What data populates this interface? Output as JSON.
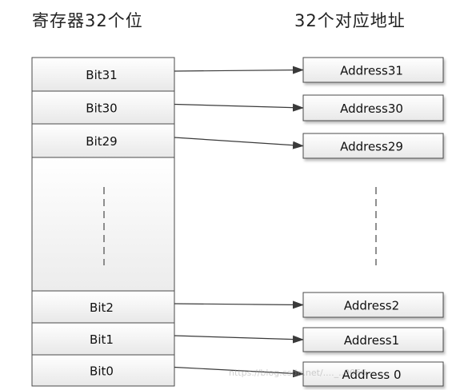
{
  "titles": {
    "left": "寄存器32个位",
    "right": "32个对应地址"
  },
  "bits": [
    {
      "bit": "Bit31",
      "address": "Address31"
    },
    {
      "bit": "Bit30",
      "address": "Address30"
    },
    {
      "bit": "Bit29",
      "address": "Address29"
    },
    {
      "bit": "Bit2",
      "address": "Address2"
    },
    {
      "bit": "Bit1",
      "address": "Address1"
    },
    {
      "bit": "Bit0",
      "address": "Address 0"
    }
  ],
  "watermark": "https://blog.csdn.net/...._..0066",
  "colors": {
    "box_border": "#4a4a4a",
    "box_fill_top": "#ffffff",
    "box_fill_bottom": "#e6e6e6",
    "arrow": "#3a3a3a",
    "ellipsis": "#6a6a6a"
  }
}
